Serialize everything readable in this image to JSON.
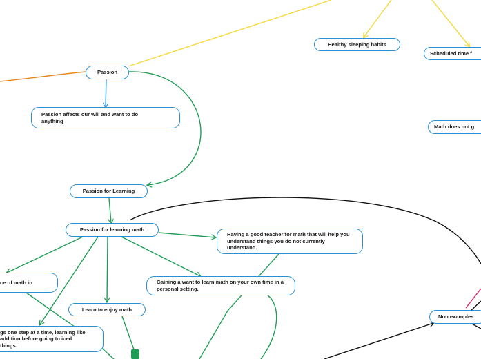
{
  "nodes": {
    "healthy_sleeping": "Healthy sleeping habits",
    "scheduled_time": "Scheduled time f",
    "math_does_not": "Math does not g",
    "passion": "Passion",
    "passion_affects": "Passion affects our will and want to do anything",
    "passion_for_learning": "Passion for Learning",
    "passion_for_learning_math": "Passion for learning math",
    "good_teacher": "Having a good teacher for math that will help you understand things you do not currently understand.",
    "importance_of_math": "ce of math in",
    "gaining_want": "Gaining a want to learn math on your own time in a personal setting.",
    "learn_to_enjoy": "Learn to enjoy math",
    "one_step": "gs one step at a time, learning like addition before going to iced things.",
    "non_examples": "Non examples"
  },
  "colors": {
    "yellow_link": "#f5d93a",
    "orange_link": "#e8861a",
    "blue_link": "#2b8fd3",
    "green_link": "#1f9d57",
    "black_link": "#111111",
    "pink_link": "#d6246e",
    "node_border": "#2b8fd3"
  }
}
